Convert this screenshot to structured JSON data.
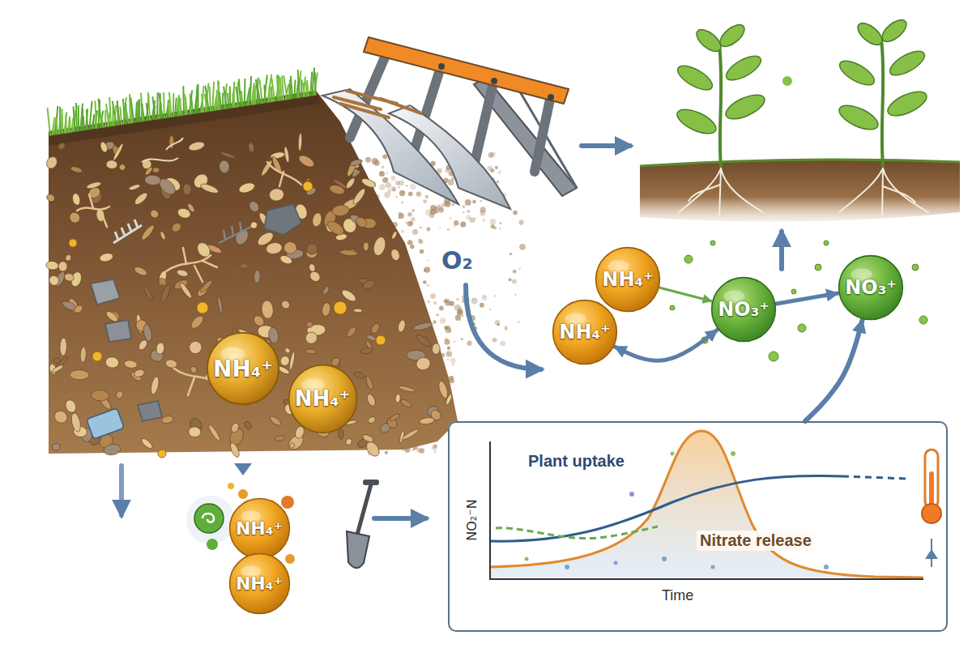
{
  "diagram": {
    "nodes": [
      {
        "text": [
          "NH₄⁺"
        ]
      },
      {
        "text": [
          "NH₄⁺"
        ]
      },
      {
        "text": [
          "NH₄⁺"
        ]
      },
      {
        "text": [
          "NO₃⁺"
        ]
      },
      {
        "text": [
          "NO₃⁺"
        ]
      },
      {
        "text": [
          "NH₄⁺"
        ]
      },
      {
        "text": [
          "NH₄⁺"
        ]
      },
      {
        "text": [
          "NH₄⁺"
        ]
      },
      {
        "text": [
          "Plant uptake",
          "Nitrate release",
          "Time",
          "NO₂⁻N"
        ]
      }
    ],
    "edges": [
      {
        "from": 2,
        "to": 3,
        "arrow": "to"
      },
      {
        "from": 5,
        "to": 3,
        "arrow": "both"
      },
      {
        "from": 3,
        "to": 4,
        "arrow": "to"
      },
      {
        "from": 8,
        "to": 4,
        "arrow": "to"
      }
    ],
    "labels": [
      "O₂"
    ]
  }
}
